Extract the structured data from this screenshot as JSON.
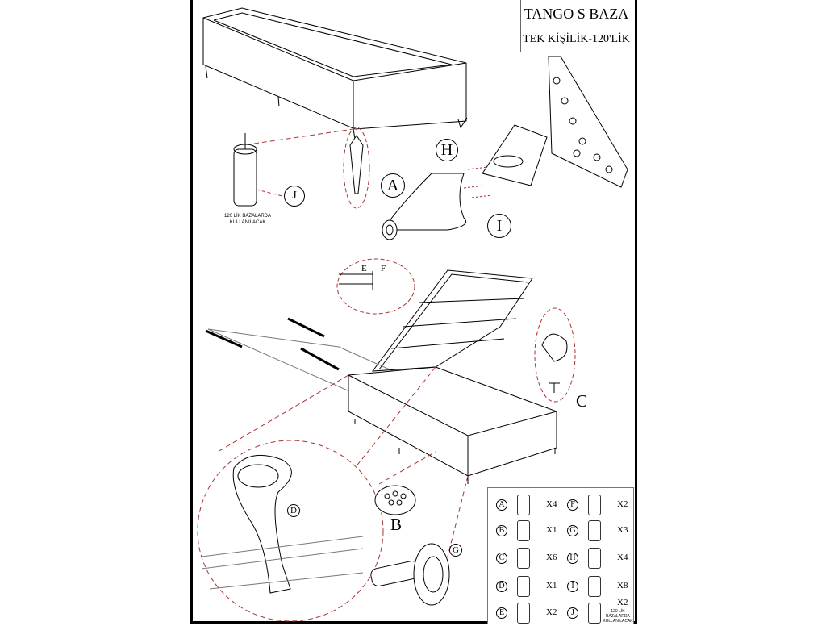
{
  "title": {
    "main": "TANGO S BAZA",
    "sub": "TEK KİŞİLİK-120'LİK"
  },
  "callouts": {
    "A": "A",
    "H": "H",
    "I": "I",
    "J": "J",
    "C": "C",
    "B": "B",
    "D": "D",
    "G": "G",
    "E": "E",
    "F": "F"
  },
  "note": {
    "line1": "120 LİK BAZALARDA",
    "line2": "KULLANILACAK"
  },
  "parts": [
    {
      "letter": "A",
      "qty": "X4"
    },
    {
      "letter": "B",
      "qty": "X1"
    },
    {
      "letter": "C",
      "qty": "X6"
    },
    {
      "letter": "D",
      "qty": "X1"
    },
    {
      "letter": "E",
      "qty": "X2"
    },
    {
      "letter": "F",
      "qty": "X2"
    },
    {
      "letter": "G",
      "qty": "X3"
    },
    {
      "letter": "H",
      "qty": "X4"
    },
    {
      "letter": "I",
      "qty": "X8"
    },
    {
      "letter": "J",
      "qty": "X2"
    }
  ],
  "parts_note": {
    "line1": "120 LİK",
    "line2": "BAZALARDA",
    "line3": "KULLANILACAK"
  }
}
